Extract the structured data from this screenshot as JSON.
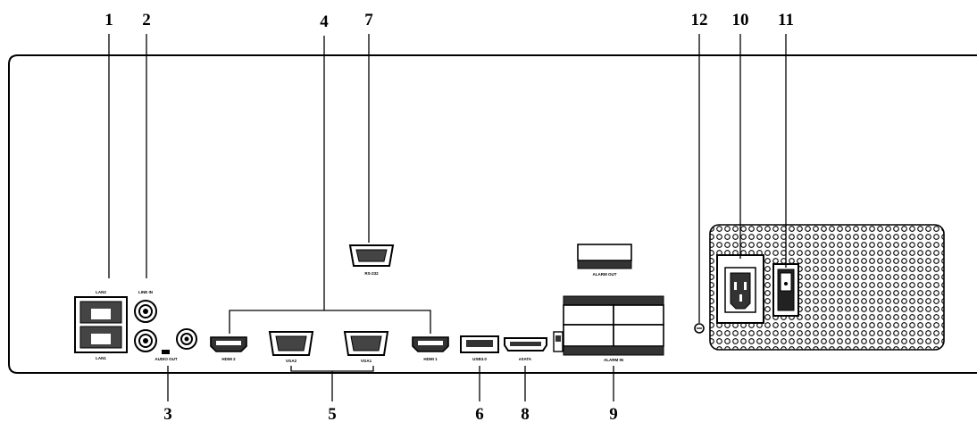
{
  "callouts": {
    "c1": "1",
    "c2": "2",
    "c3": "3",
    "c4": "4",
    "c5": "5",
    "c6": "6",
    "c7": "7",
    "c8": "8",
    "c9": "9",
    "c10": "10",
    "c11": "11",
    "c12": "12"
  },
  "port_labels": {
    "lan2": "LAN2",
    "lan1": "LAN1",
    "line_in": "LINE IN",
    "audio_out": "AUDIO OUT",
    "hdmi2": "HDMI 2",
    "vga2": "VGA2",
    "vga1": "VGA1",
    "hdmi1": "HDMI 1",
    "usb": "USB3.0",
    "esata": "eSATA",
    "rs232": "RS-232",
    "alarm_out": "ALARM OUT",
    "alarm_in": "ALARM IN"
  }
}
